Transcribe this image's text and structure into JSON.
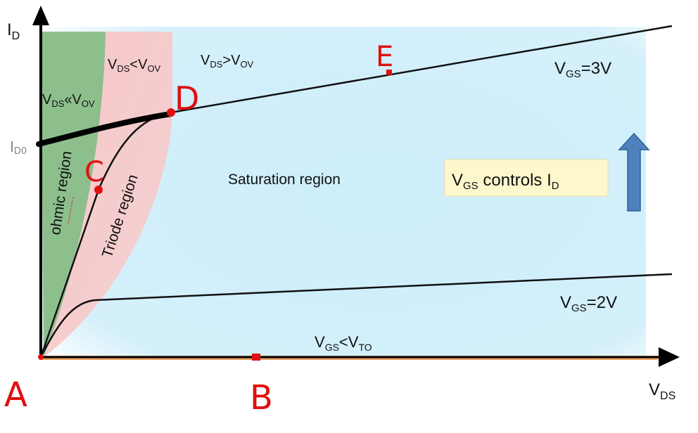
{
  "axes": {
    "y_main": "I",
    "y_sub": "D",
    "x_main": "V",
    "x_sub": "DS",
    "id0_main": "I",
    "id0_sub": "D0"
  },
  "regions": {
    "ohmic_cond_pre": "V",
    "ohmic_cond_sub1": "DS",
    "ohmic_cond_mid": "«V",
    "ohmic_cond_sub2": "OV",
    "triode_cond_pre": "V",
    "triode_cond_sub1": "DS",
    "triode_cond_mid": "<V",
    "triode_cond_sub2": "OV",
    "sat_cond_pre": "V",
    "sat_cond_sub1": "DS",
    "sat_cond_mid": ">V",
    "sat_cond_sub2": "OV",
    "ohmic_label": "ohmic region",
    "triode_label": "Triode region",
    "saturation_label": "Saturation region"
  },
  "curves": {
    "vgs3_pre": "V",
    "vgs3_sub": "GS",
    "vgs3_post": "=3V",
    "vgs2_pre": "V",
    "vgs2_sub": "GS",
    "vgs2_post": "=2V",
    "vgsto_pre": "V",
    "vgsto_sub1": "GS",
    "vgsto_mid": "<V",
    "vgsto_sub2": "TO"
  },
  "callout": {
    "pre": "V",
    "sub1": "GS",
    "mid": " controls I",
    "sub2": "D"
  },
  "points": {
    "A": "A",
    "B": "B",
    "C": "C",
    "D": "D",
    "E": "E"
  },
  "colors": {
    "saturation_fill": "#cdeefa",
    "triode_fill": "#f7c6c6",
    "ohmic_fill": "#8dbf8d",
    "marker": "#e01010",
    "arrow_fill": "#4f81bd",
    "callout_bg": "#fdf8cc"
  }
}
